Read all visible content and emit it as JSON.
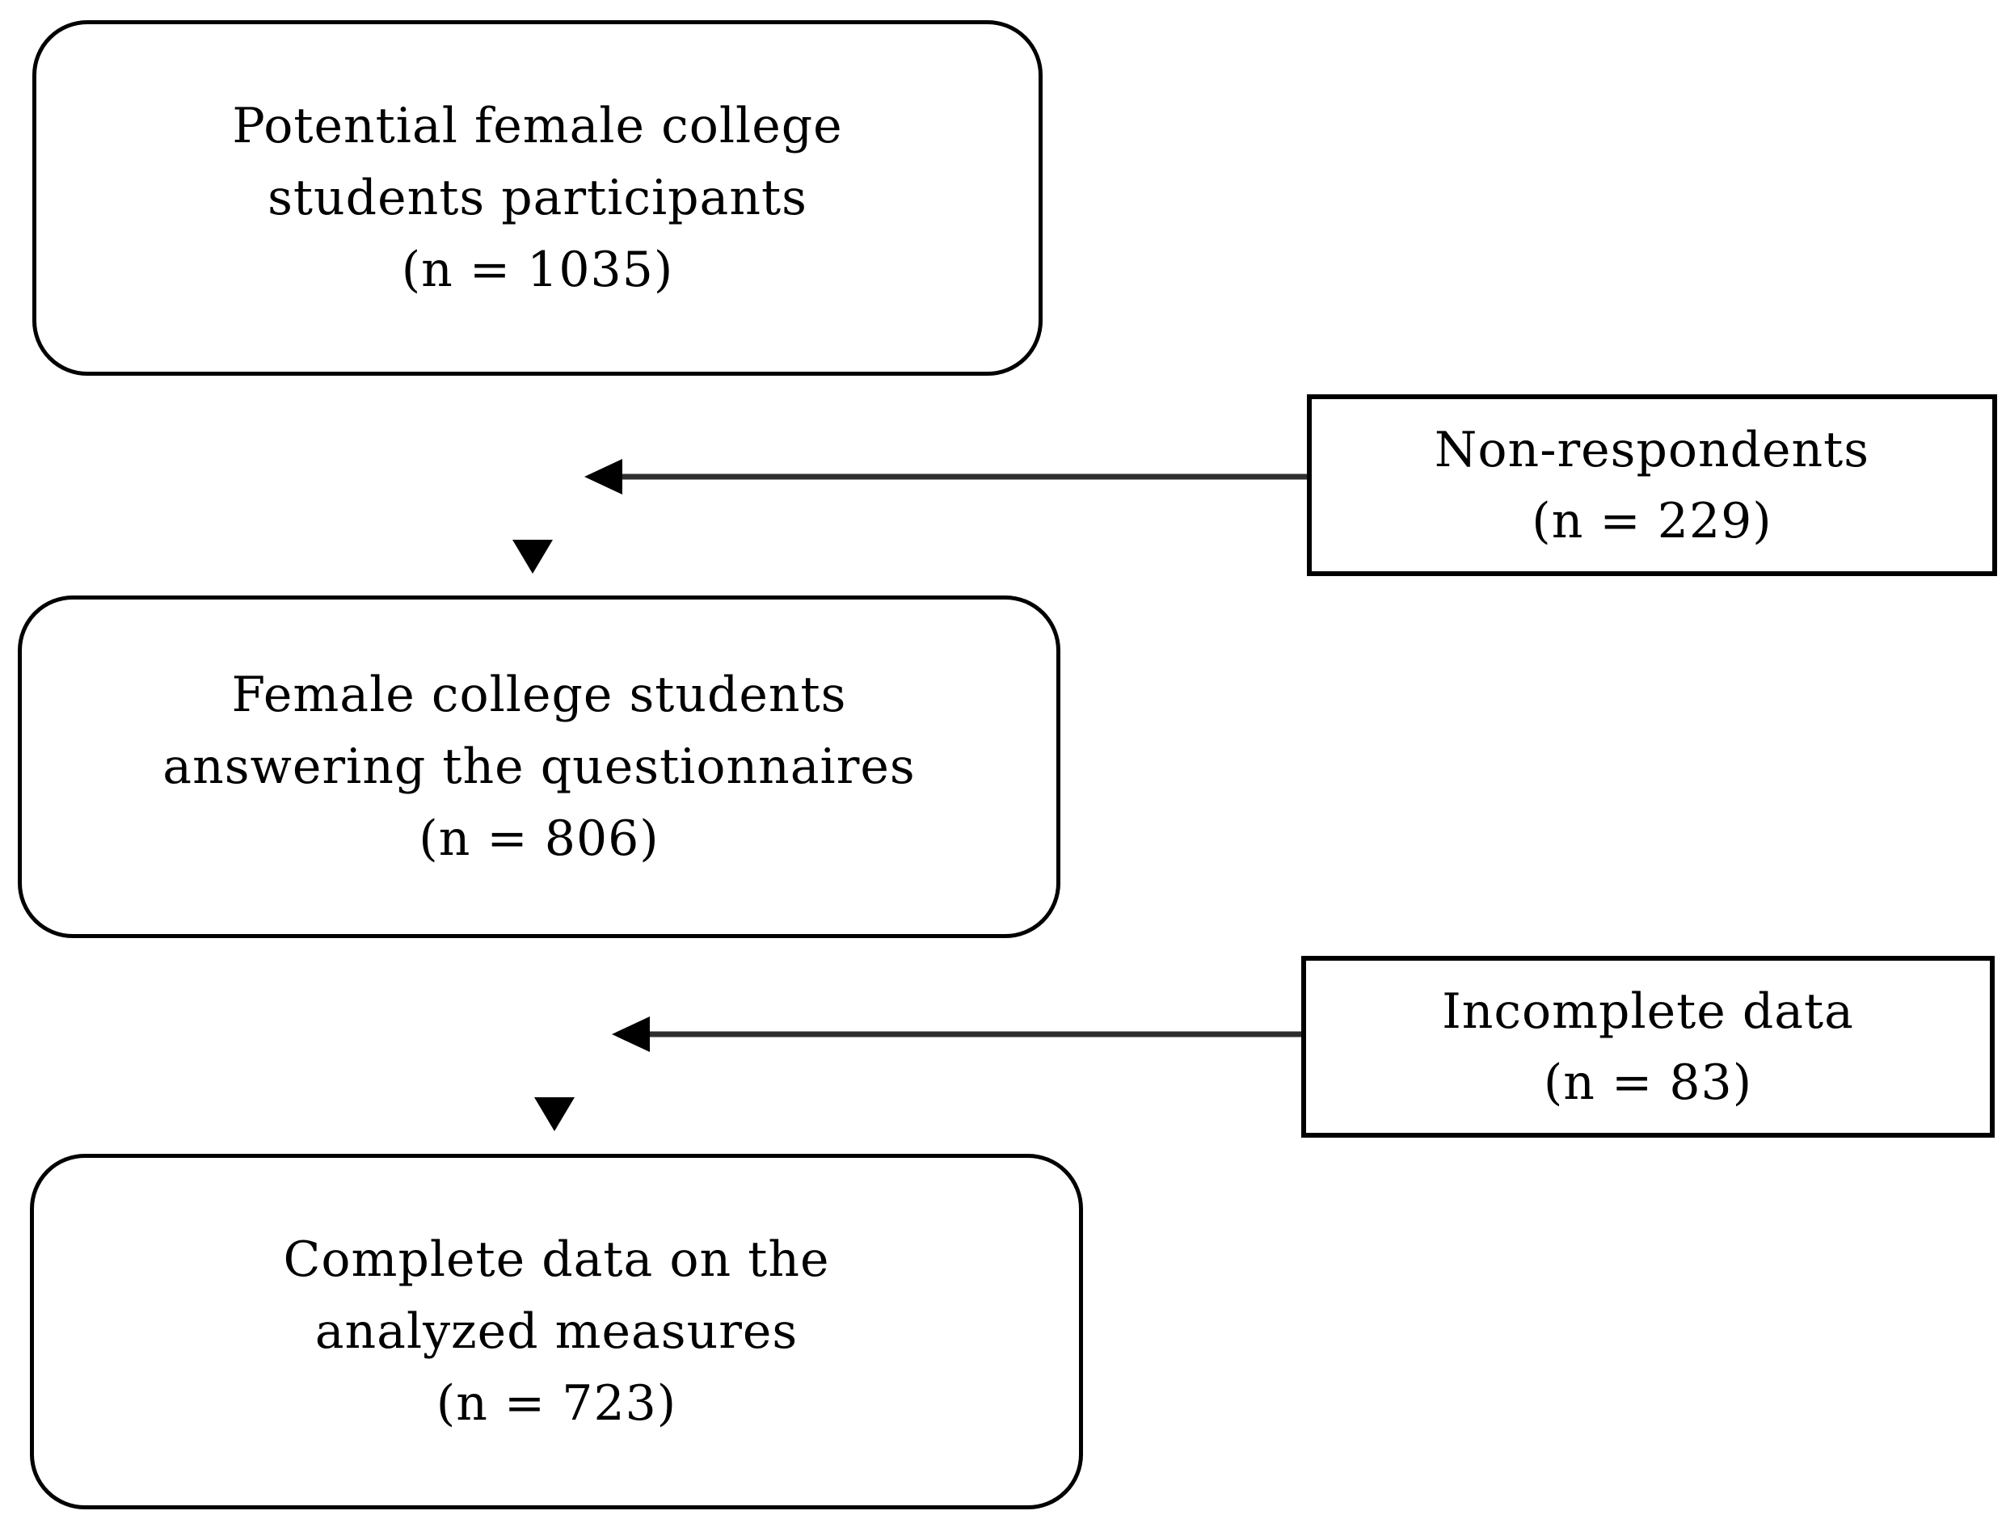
{
  "diagram": {
    "type": "flowchart",
    "background_color": "#ffffff",
    "box_border_color": "#000000",
    "text_color": "#000000",
    "arrow_color": "#000000",
    "nodes": {
      "potential": {
        "line1": "Potential female college",
        "line2": "students participants",
        "line3": "(n = 1035)"
      },
      "answered": {
        "line1": "Female college students",
        "line2": "answering the questionnaires",
        "line3": "(n = 806)"
      },
      "complete": {
        "line1": "Complete data on the",
        "line2": "analyzed measures",
        "line3": "(n = 723)"
      },
      "non_respondents": {
        "line1": "Non-respondents",
        "line2": "(n = 229)"
      },
      "incomplete": {
        "line1": "Incomplete data",
        "line2": "(n = 83)"
      }
    }
  }
}
